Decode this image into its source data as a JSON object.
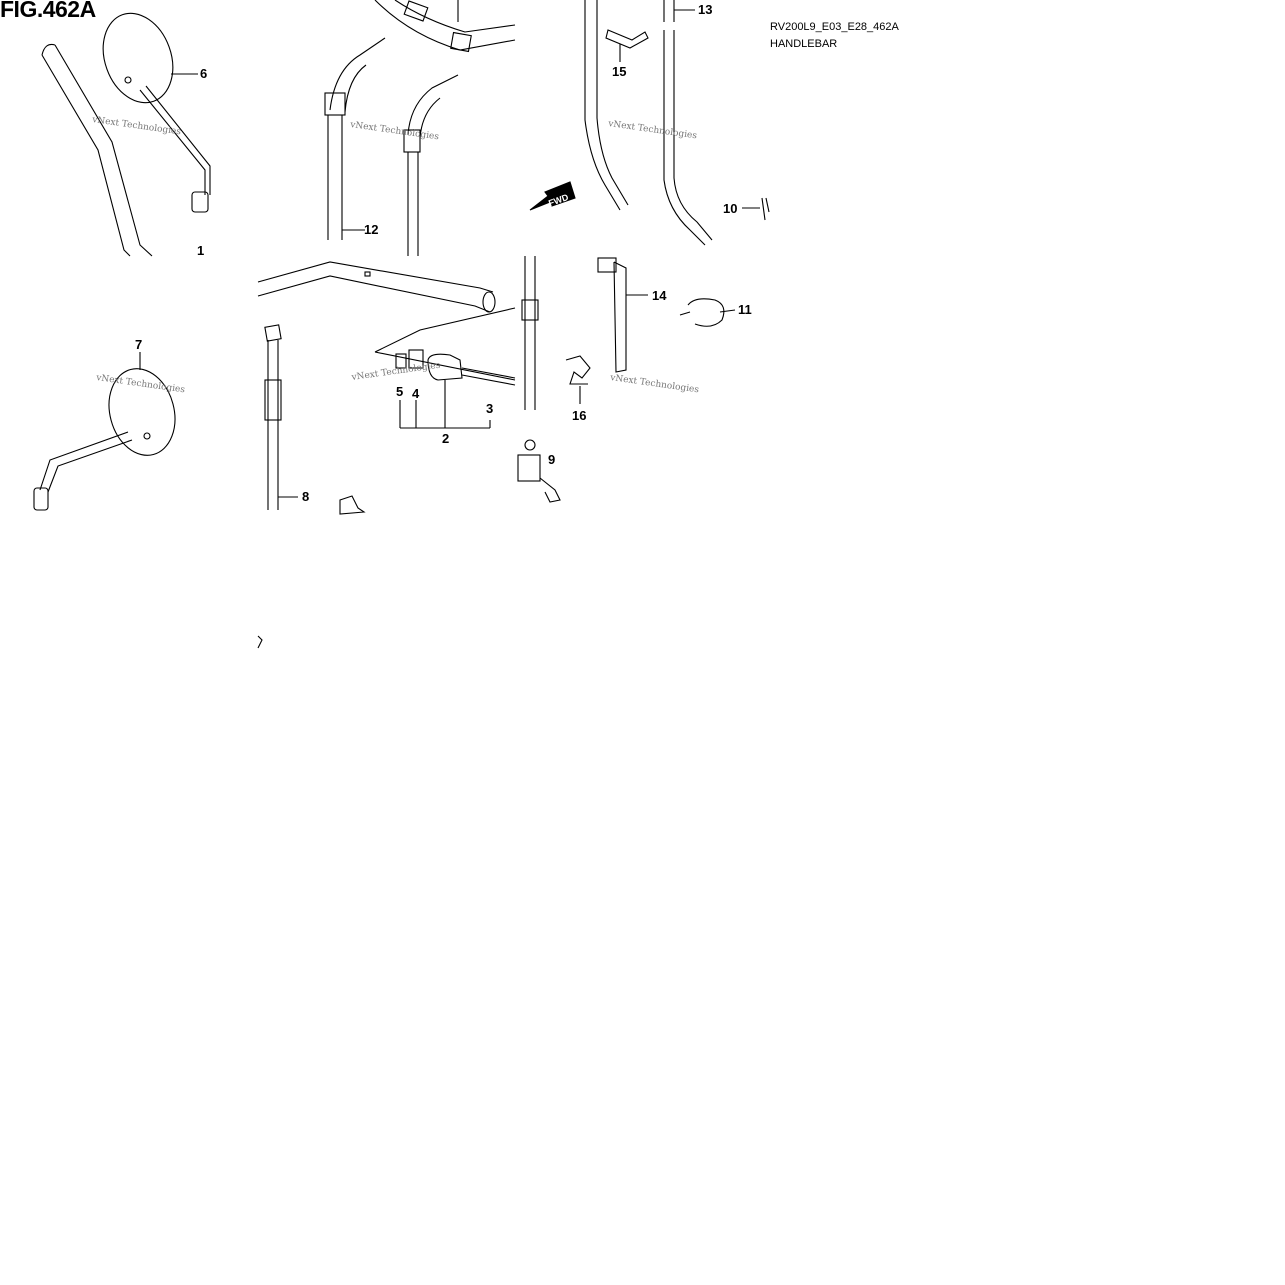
{
  "figure": {
    "title": "FIG.462A",
    "code": "RV200L9_E03_E28_462A",
    "description": "HANDLEBAR"
  },
  "watermark": "vNext Technologies",
  "callouts": [
    "1",
    "2",
    "3",
    "4",
    "5",
    "6",
    "7",
    "8",
    "9",
    "10",
    "11",
    "12",
    "13",
    "14",
    "15",
    "16"
  ],
  "fwd_label": "FWD"
}
